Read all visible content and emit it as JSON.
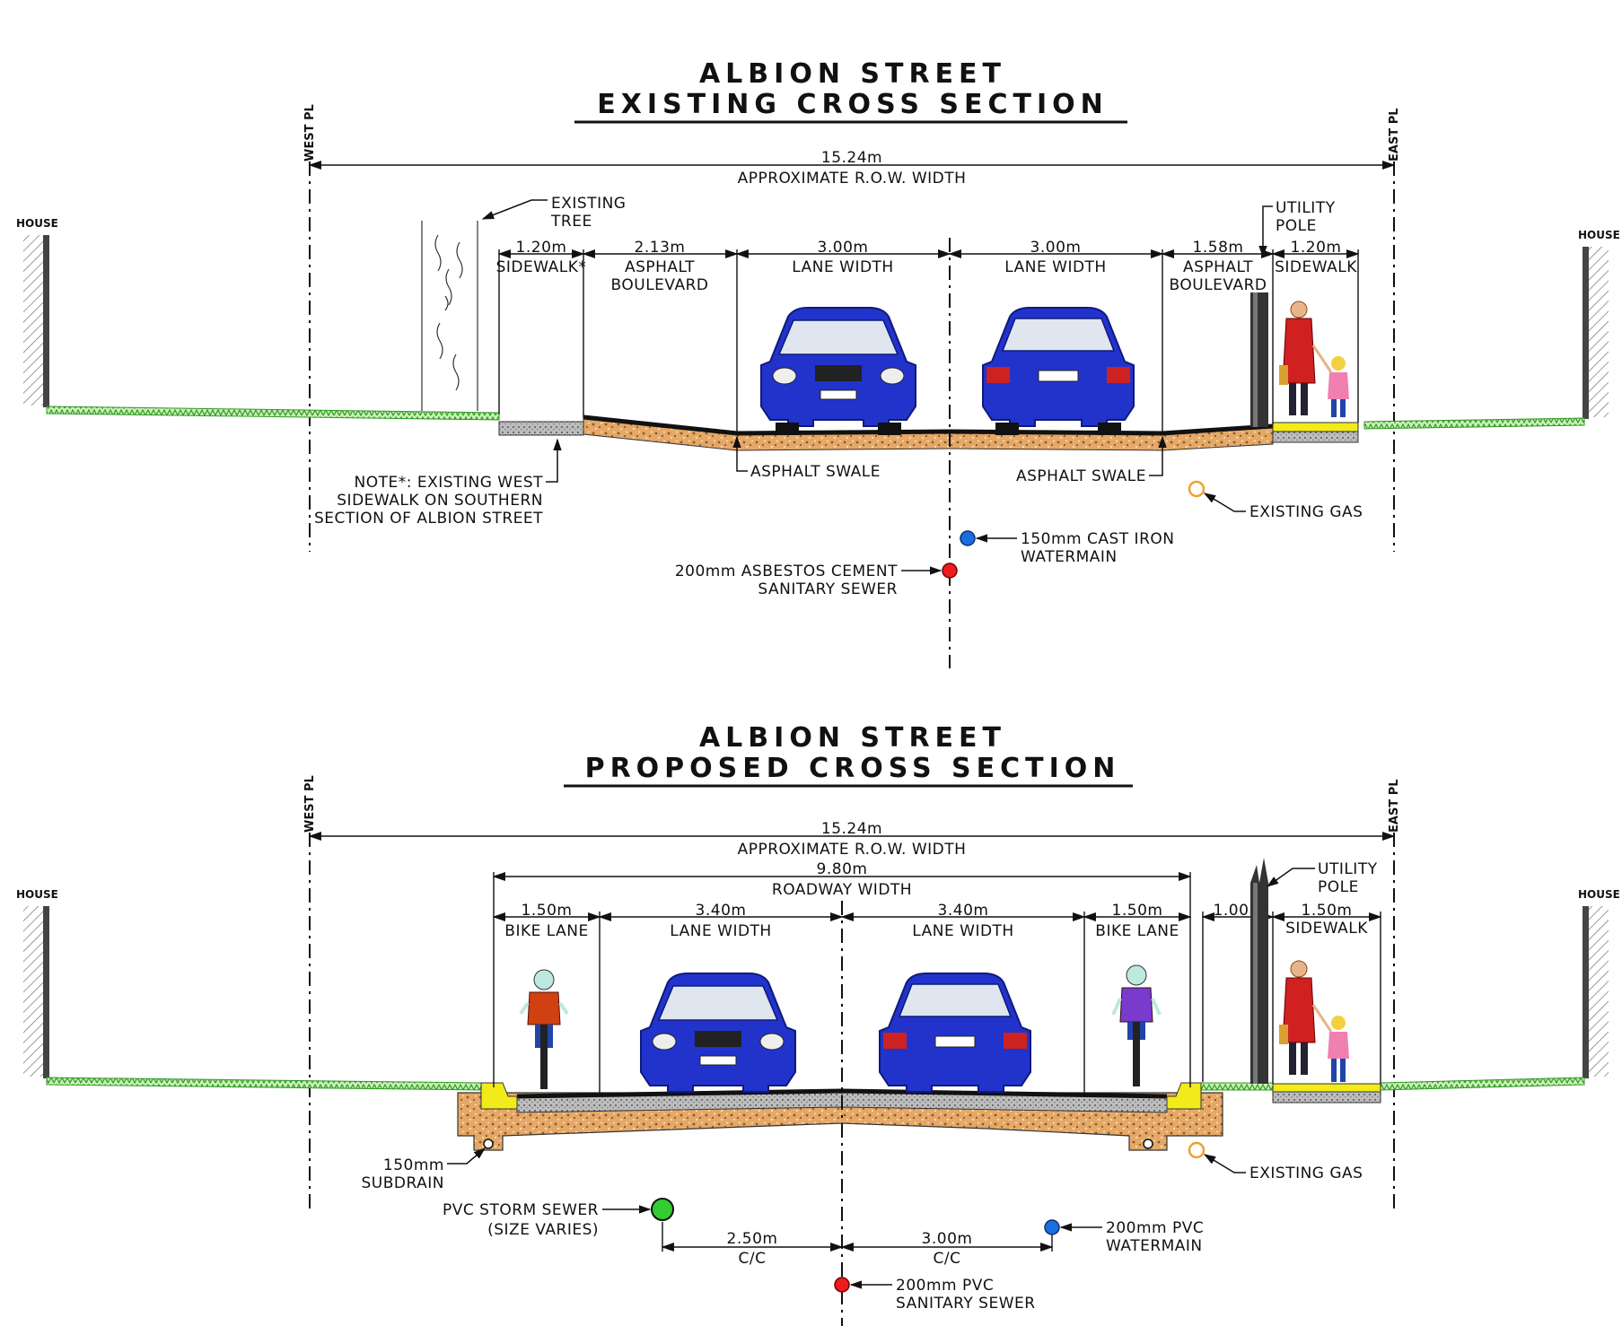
{
  "colors": {
    "car_body": "#2233cc",
    "car_dark": "#0e1a7a",
    "grass": "#44bb33",
    "aggregate": "#e6a866",
    "asphalt": "#111111",
    "curb_yellow": "#f2ea1a",
    "sanitary": "#ee1c1c",
    "watermain": "#1a6fe0",
    "storm": "#33cc33",
    "gas": "#f0a030"
  },
  "existing": {
    "title_line1": "ALBION STREET",
    "title_line2": "EXISTING CROSS SECTION",
    "west_pl": "WEST PL",
    "east_pl": "EAST PL",
    "house_left": "HOUSE",
    "house_right": "HOUSE",
    "row_width": "15.24m",
    "row_label": "APPROXIMATE R.O.W. WIDTH",
    "tree_label_1": "EXISTING",
    "tree_label_2": "TREE",
    "pole_label_1": "UTILITY",
    "pole_label_2": "POLE",
    "segments": [
      {
        "width": "1.20m",
        "label1": "SIDEWALK*",
        "label2": ""
      },
      {
        "width": "2.13m",
        "label1": "ASPHALT",
        "label2": "BOULEVARD"
      },
      {
        "width": "3.00m",
        "label1": "LANE WIDTH",
        "label2": ""
      },
      {
        "width": "3.00m",
        "label1": "LANE WIDTH",
        "label2": ""
      },
      {
        "width": "1.58m",
        "label1": "ASPHALT",
        "label2": "BOULEVARD"
      },
      {
        "width": "1.20m",
        "label1": "SIDEWALK",
        "label2": ""
      }
    ],
    "note_1": "NOTE*: EXISTING WEST",
    "note_2": "SIDEWALK ON SOUTHERN",
    "note_3": "SECTION OF ALBION STREET",
    "swale_left": "ASPHALT SWALE",
    "swale_right": "ASPHALT SWALE",
    "gas": "EXISTING GAS",
    "watermain_1": "150mm CAST IRON",
    "watermain_2": "WATERMAIN",
    "sewer_1": "200mm ASBESTOS CEMENT",
    "sewer_2": "SANITARY SEWER"
  },
  "proposed": {
    "title_line1": "ALBION STREET",
    "title_line2": "PROPOSED CROSS SECTION",
    "west_pl": "WEST PL",
    "east_pl": "EAST PL",
    "house_left": "HOUSE",
    "house_right": "HOUSE",
    "row_width": "15.24m",
    "row_label": "APPROXIMATE R.O.W. WIDTH",
    "roadway_width": "9.80m",
    "roadway_label": "ROADWAY WIDTH",
    "pole_label_1": "UTILITY",
    "pole_label_2": "POLE",
    "segments": [
      {
        "width": "1.50m",
        "label1": "BIKE LANE"
      },
      {
        "width": "3.40m",
        "label1": "LANE WIDTH"
      },
      {
        "width": "3.40m",
        "label1": "LANE WIDTH"
      },
      {
        "width": "1.50m",
        "label1": "BIKE LANE"
      },
      {
        "width": "1.00m",
        "label1": ""
      },
      {
        "width": "1.50m",
        "label1": "SIDEWALK"
      }
    ],
    "subdrain_1": "150mm",
    "subdrain_2": "SUBDRAIN",
    "gas": "EXISTING GAS",
    "storm_1": "PVC STORM SEWER",
    "storm_2": "(SIZE VARIES)",
    "storm_offset": "2.50m",
    "storm_offset_label": "C/C",
    "water_offset": "3.00m",
    "water_offset_label": "C/C",
    "watermain_1": "200mm PVC",
    "watermain_2": "WATERMAIN",
    "sewer_1": "200mm PVC",
    "sewer_2": "SANITARY SEWER"
  }
}
